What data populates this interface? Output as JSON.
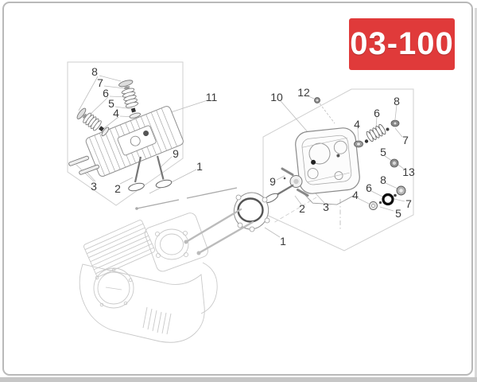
{
  "badge": {
    "text": "03-100",
    "background": "#e03a3a",
    "text_color": "#ffffff"
  },
  "colors": {
    "accent_red": "#e03a3a",
    "kit_box_outline": "#cfcfcf",
    "part_line_gray": "#8f8f8f",
    "engine_line_gray": "#c9c9c9",
    "page_border": "#b9b9b9"
  },
  "callouts": [
    {
      "label": "8"
    },
    {
      "label": "7"
    },
    {
      "label": "6"
    },
    {
      "label": "5"
    },
    {
      "label": "4"
    },
    {
      "label": "3"
    },
    {
      "label": "2"
    },
    {
      "label": "9"
    },
    {
      "label": "1"
    },
    {
      "label": "11"
    },
    {
      "label": "10"
    },
    {
      "label": "12"
    },
    {
      "label": "8"
    },
    {
      "label": "6"
    },
    {
      "label": "4"
    },
    {
      "label": "7"
    },
    {
      "label": "5"
    },
    {
      "label": "13"
    },
    {
      "label": "8"
    },
    {
      "label": "6"
    },
    {
      "label": "4"
    },
    {
      "label": "7"
    },
    {
      "label": "5"
    },
    {
      "label": "9"
    },
    {
      "label": "2"
    },
    {
      "label": "3"
    },
    {
      "label": "1"
    }
  ]
}
